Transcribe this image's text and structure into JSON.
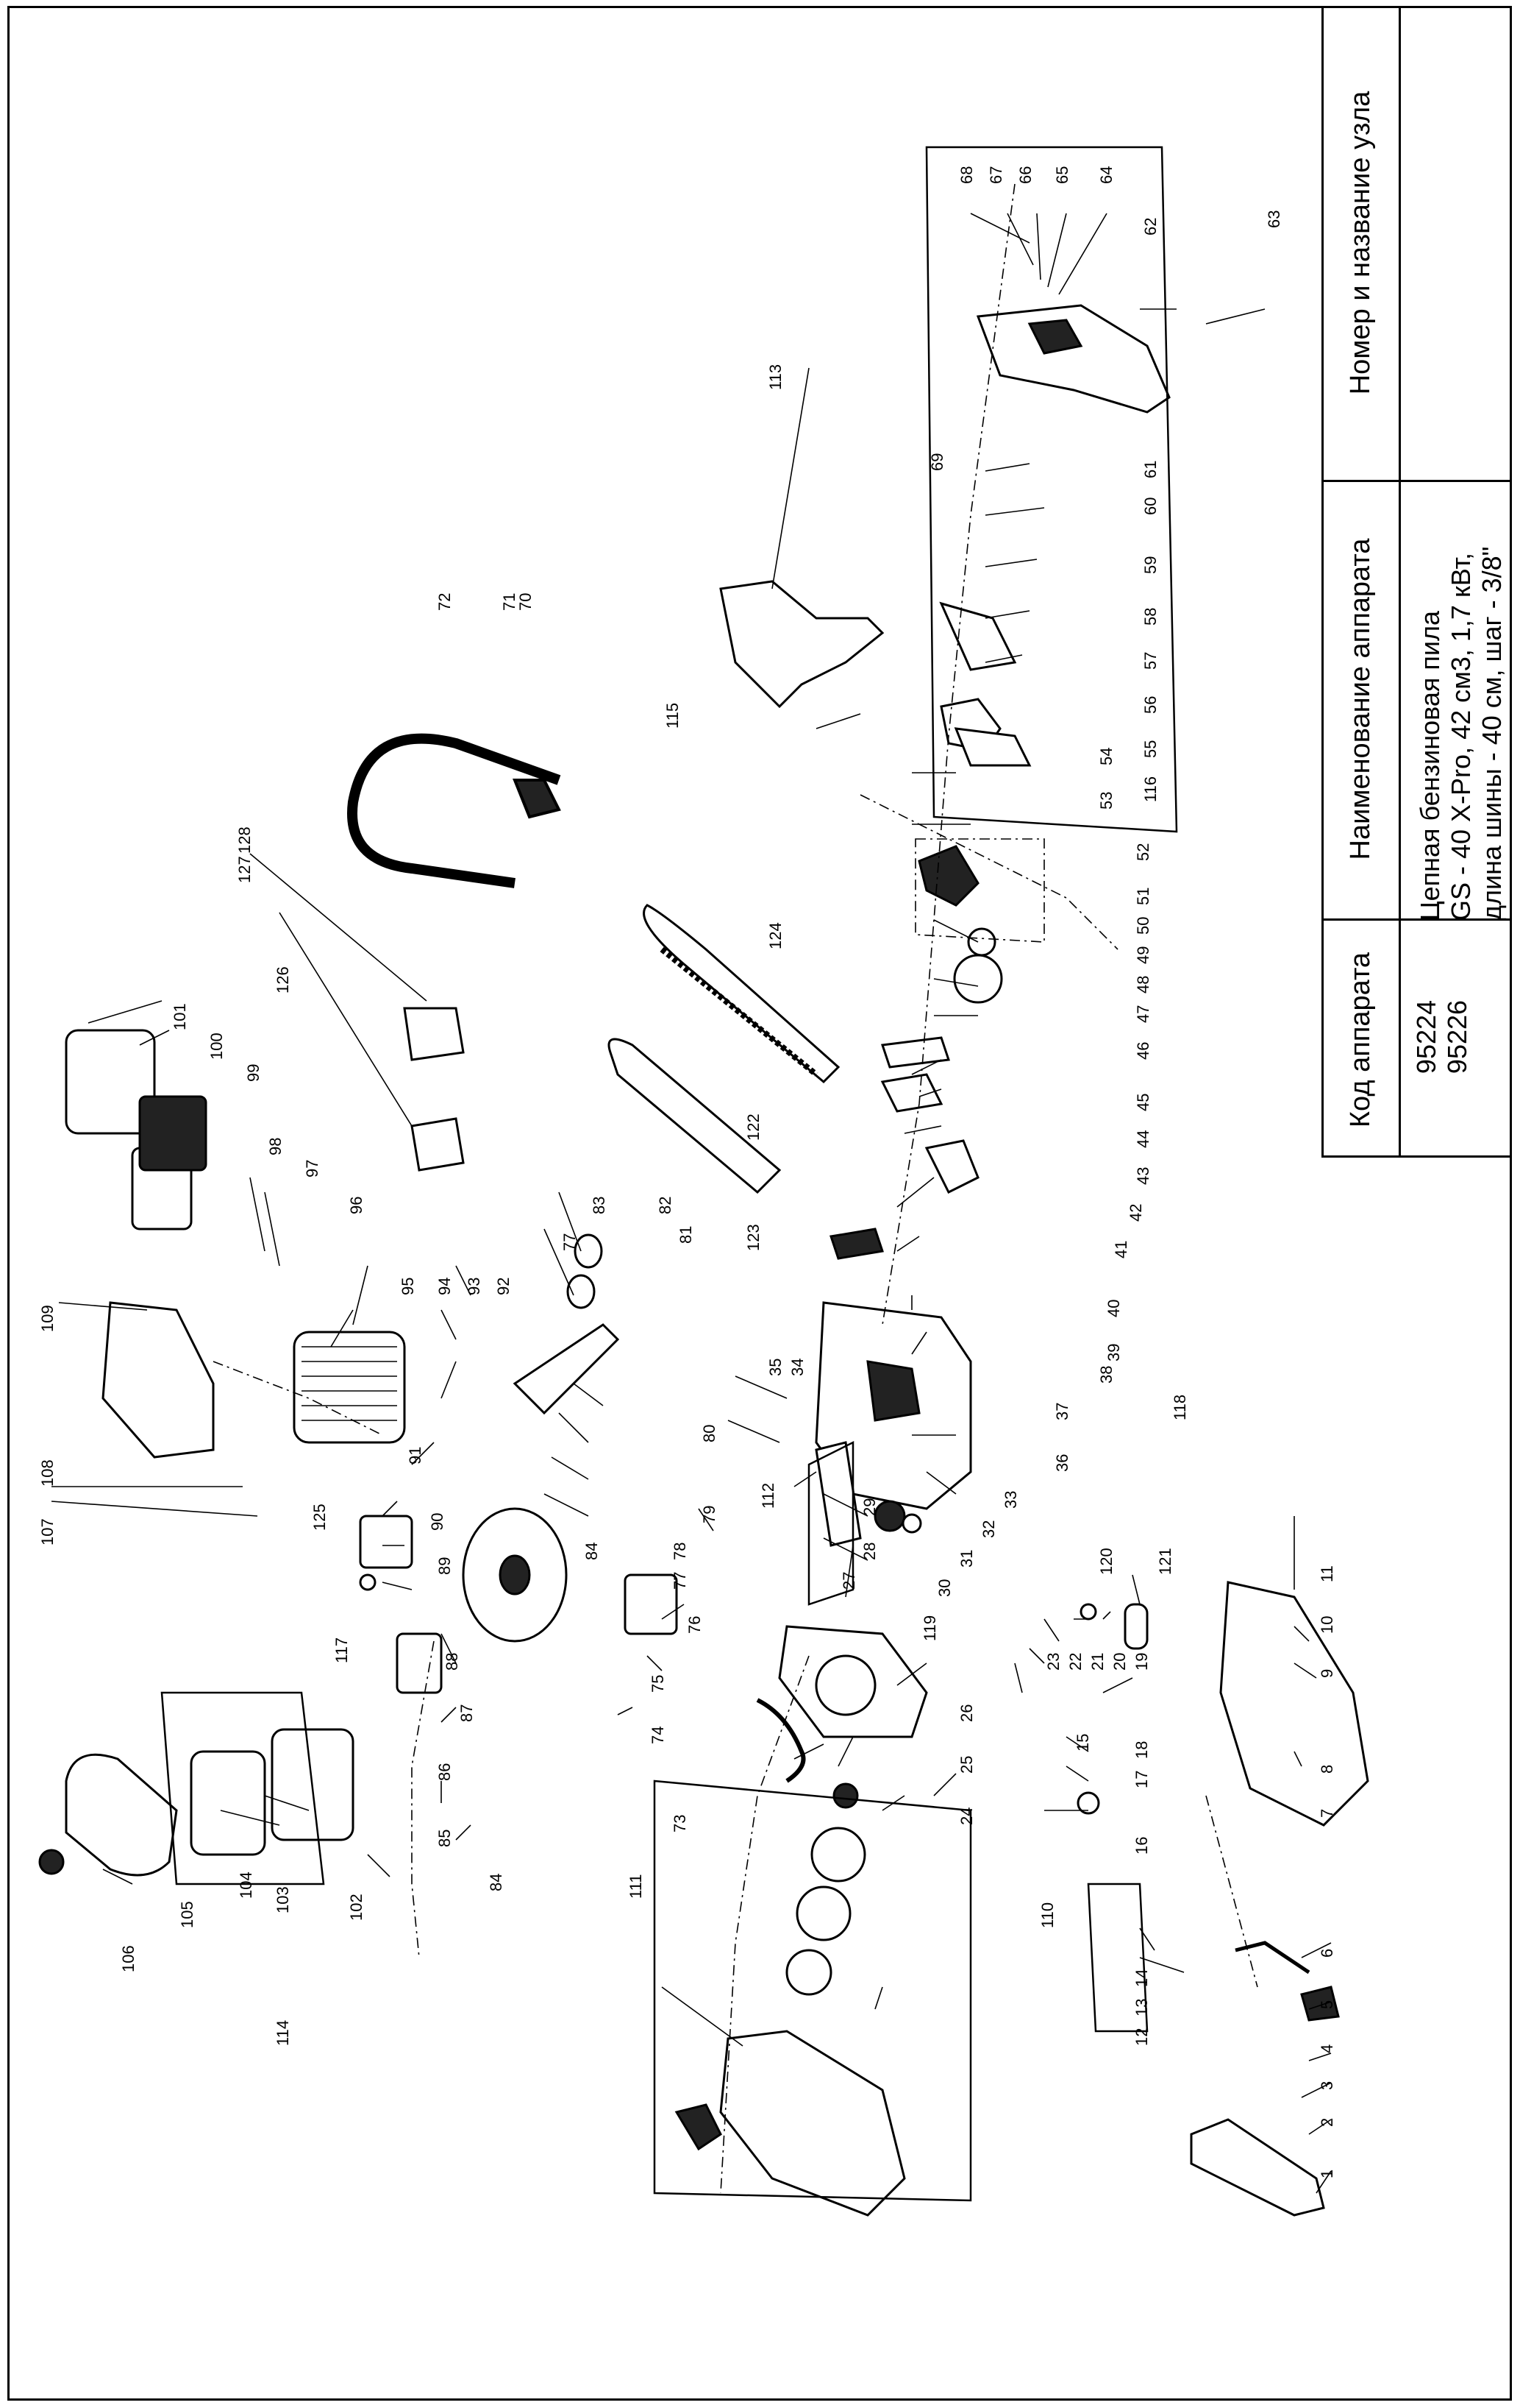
{
  "title_block": {
    "col_code_header": "Код аппарата",
    "col_name_header": "Наименование аппарата",
    "col_unit_header": "Номер и название узла",
    "codes": [
      "95224",
      "95226"
    ],
    "name_lines": [
      "Цепная бензиновая пила",
      "GS - 40  X-Pro, 42 см3, 1,7 кВт,",
      "длина шины - 40 см, шаг - 3/8\""
    ]
  },
  "diagram": {
    "part_numbers": [
      "1",
      "2",
      "3",
      "4",
      "5",
      "6",
      "7",
      "8",
      "9",
      "10",
      "11",
      "12",
      "13",
      "14",
      "15",
      "16",
      "17",
      "18",
      "19",
      "20",
      "21",
      "22",
      "23",
      "24",
      "25",
      "26",
      "27",
      "28",
      "29",
      "30",
      "31",
      "32",
      "33",
      "34",
      "35",
      "36",
      "37",
      "38",
      "39",
      "40",
      "41",
      "42",
      "43",
      "44",
      "45",
      "46",
      "47",
      "48",
      "49",
      "50",
      "51",
      "52",
      "53",
      "54",
      "55",
      "56",
      "57",
      "58",
      "59",
      "60",
      "61",
      "62",
      "63",
      "64",
      "65",
      "66",
      "67",
      "68",
      "69",
      "70",
      "71",
      "72",
      "73",
      "74",
      "75",
      "76",
      "77",
      "77",
      "78",
      "79",
      "80",
      "81",
      "82",
      "83",
      "84",
      "84",
      "85",
      "86",
      "87",
      "88",
      "89",
      "90",
      "91",
      "92",
      "93",
      "94",
      "95",
      "96",
      "97",
      "98",
      "99",
      "100",
      "101",
      "102",
      "103",
      "104",
      "105",
      "106",
      "107",
      "108",
      "109",
      "110",
      "111",
      "112",
      "113",
      "114",
      "115",
      "116",
      "117",
      "118",
      "119",
      "120",
      "121",
      "122",
      "123",
      "124",
      "125",
      "126",
      "127",
      "128"
    ]
  }
}
